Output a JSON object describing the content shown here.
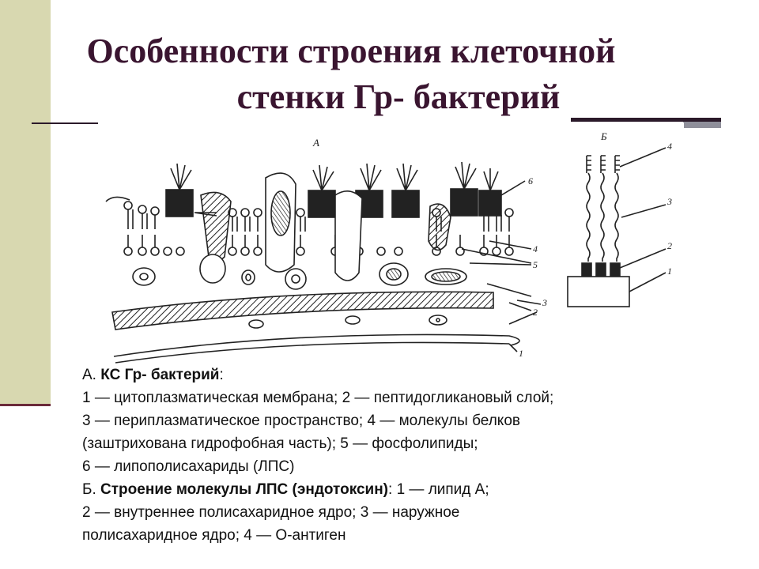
{
  "title": {
    "line1": "Особенности строения клеточной",
    "line2": "стенки Гр- бактерий"
  },
  "figure": {
    "label_a": "А",
    "label_b": "Б",
    "callouts_a": [
      "6",
      "4",
      "5",
      "2",
      "3",
      "1"
    ],
    "callouts_b": [
      "4",
      "3",
      "2",
      "1"
    ]
  },
  "caption": {
    "l1_prefix": "А. ",
    "l1_bold": "КС Гр- бактерий",
    "l1_suffix": ":",
    "l2": "1 — цитоплазматическая мембрана; 2 — пептидогликановый слой;",
    "l3": "3 — периплазматическое пространство; 4 — молекулы белков",
    "l4": "(заштрихована гидрофобная часть); 5 — фосфолипиды;",
    "l5": "6 — липополисахариды (ЛПС)",
    "l6_prefix": "Б. ",
    "l6_bold": "Строение молекулы ЛПС (эндотоксин)",
    "l6_suffix": ": 1 — липид А;",
    "l7": "2 — внутреннее полисахаридное ядро; 3 — наружное",
    "l8": "полисахаридное ядро; 4 — О-антиген"
  }
}
